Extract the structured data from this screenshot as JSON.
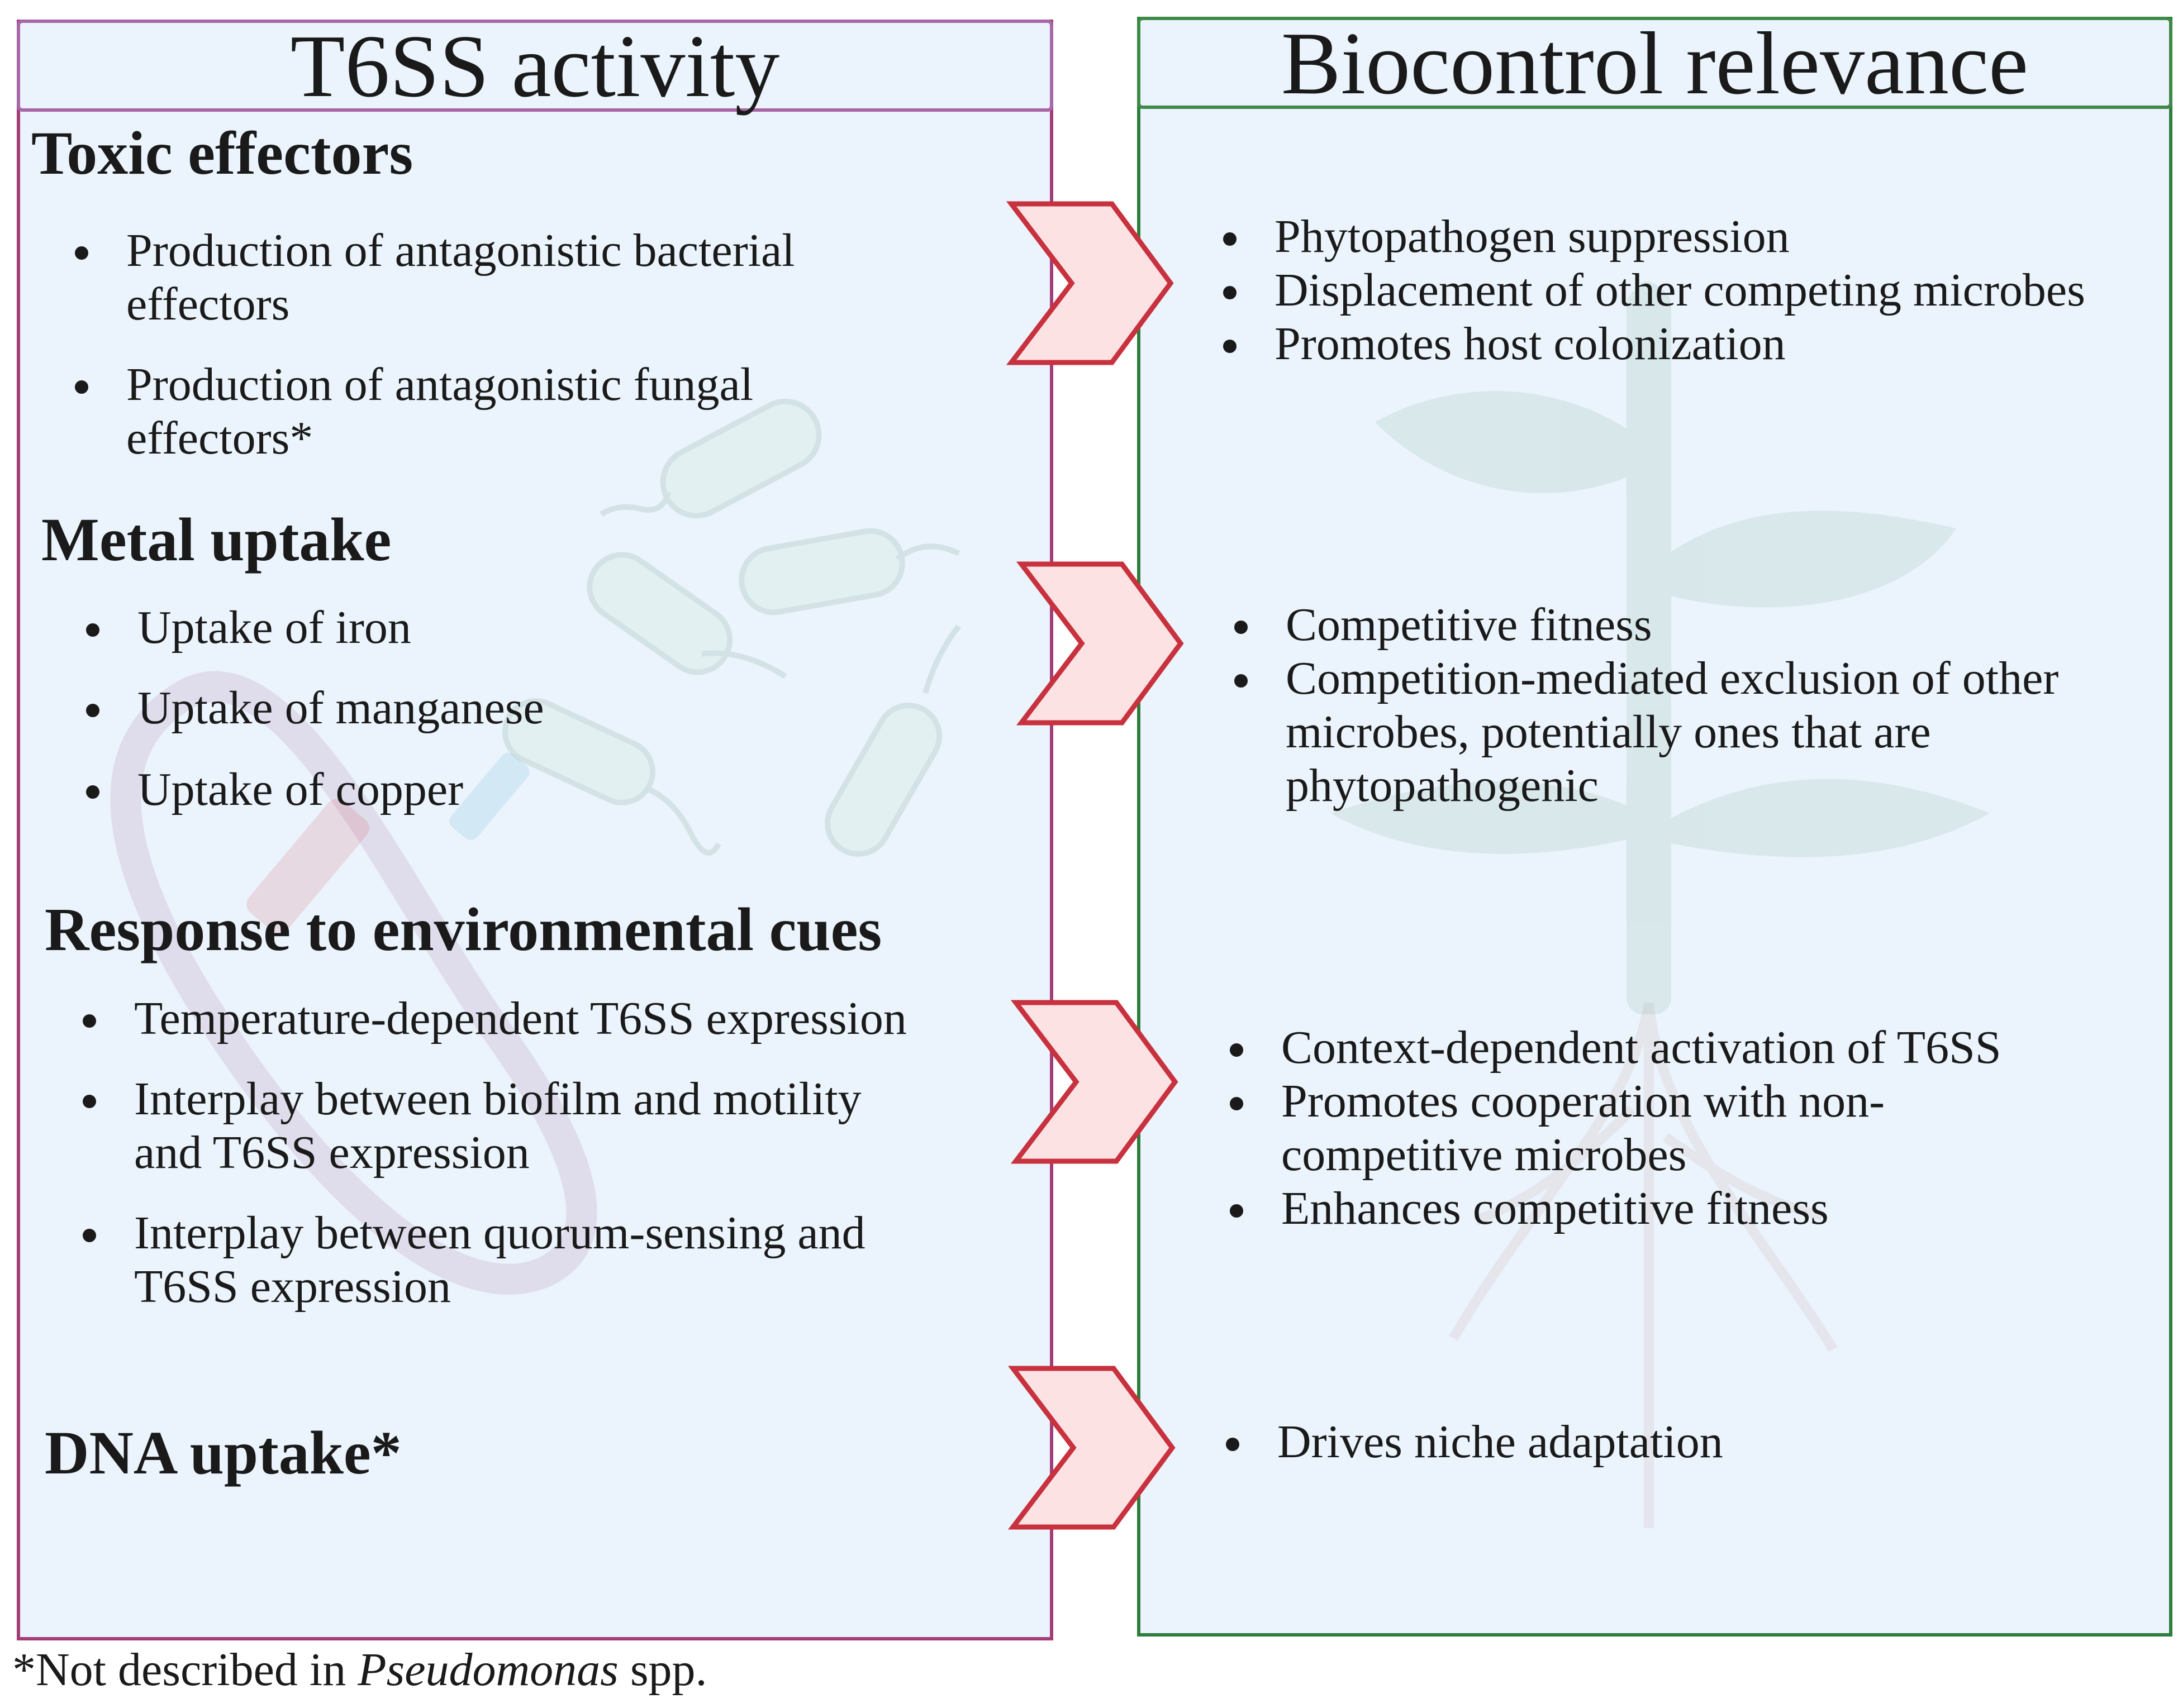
{
  "left_panel": {
    "title": "T6SS activity",
    "sections": [
      {
        "heading": "Toxic effectors",
        "items": [
          "Production of antagonistic bacterial effectors",
          "Production of antagonistic fungal effectors*"
        ]
      },
      {
        "heading": "Metal uptake",
        "items": [
          "Uptake of iron",
          "Uptake of manganese",
          "Uptake of copper"
        ]
      },
      {
        "heading": "Response to environmental cues",
        "items": [
          "Temperature-dependent T6SS expression",
          "Interplay between biofilm and motility and T6SS expression",
          "Interplay between quorum-sensing and T6SS expression"
        ]
      },
      {
        "heading": "DNA uptake*",
        "items": []
      }
    ]
  },
  "right_panel": {
    "title": "Biocontrol relevance",
    "groups": [
      [
        "Phytopathogen suppression",
        "Displacement of other competing microbes",
        "Promotes host colonization"
      ],
      [
        "Competitive fitness",
        "Competition-mediated exclusion of other microbes, potentially ones that are phytopathogenic"
      ],
      [
        "Context-dependent activation of T6SS",
        "Promotes cooperation with non-competitive microbes",
        "Enhances competitive fitness"
      ],
      [
        "Drives niche adaptation"
      ]
    ]
  },
  "footnote": {
    "prefix": "*Not described in ",
    "italic": "Pseudomonas",
    "suffix": " spp."
  },
  "colors": {
    "left_border": "#a23d77",
    "right_border": "#2f7d3c",
    "panel_fill": "#ebf3fc",
    "chevron_fill": "#fde2e4",
    "chevron_stroke": "#c8313e"
  }
}
